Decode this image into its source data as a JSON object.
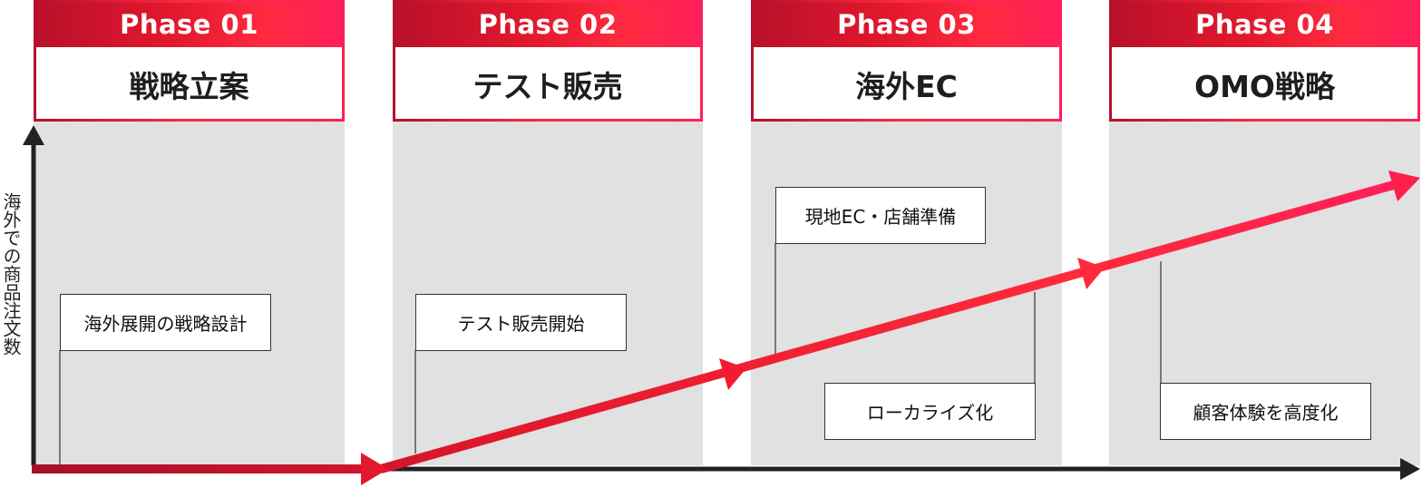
{
  "y_axis_label": "海外での商品注文数",
  "phases": [
    {
      "label": "Phase 01",
      "title": "戦略立案"
    },
    {
      "label": "Phase 02",
      "title": "テスト販売"
    },
    {
      "label": "Phase 03",
      "title": "海外EC"
    },
    {
      "label": "Phase 04",
      "title": "OMO戦略"
    }
  ],
  "milestones": [
    {
      "text": "海外展開の戦略設計"
    },
    {
      "text": "テスト販売開始"
    },
    {
      "text": "現地EC・店舗準備"
    },
    {
      "text": "ローカライズ化"
    },
    {
      "text": "顧客体験を高度化"
    }
  ],
  "colors": {
    "accent_dark": "#b8102a",
    "accent": "#e3182d",
    "accent_pink": "#ff1f5a",
    "column_bg": "#e1e1e1",
    "axis": "#222222"
  }
}
